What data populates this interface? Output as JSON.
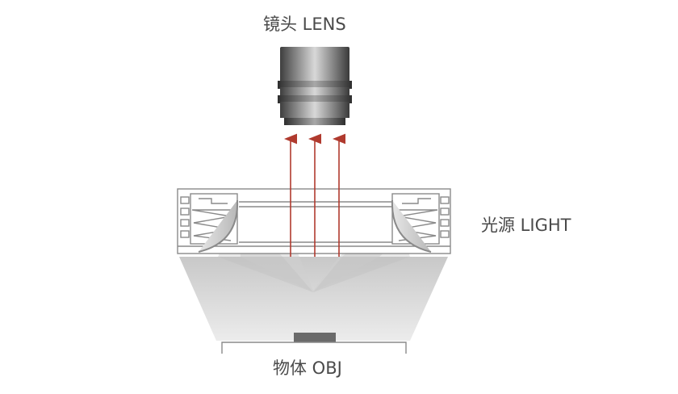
{
  "labels": {
    "lens": "镜头 LENS",
    "light": "光源 LIGHT",
    "object": "物体 OBJ"
  },
  "colors": {
    "arrow": "#b03a2e",
    "outline": "#8a8a8a",
    "text": "#4a4a4a"
  }
}
